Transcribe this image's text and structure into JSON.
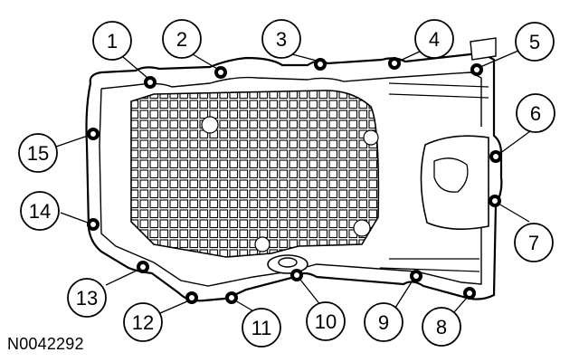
{
  "figure_id": "N0042292",
  "callouts": [
    {
      "label": "1"
    },
    {
      "label": "2"
    },
    {
      "label": "3"
    },
    {
      "label": "4"
    },
    {
      "label": "5"
    },
    {
      "label": "6"
    },
    {
      "label": "7"
    },
    {
      "label": "8"
    },
    {
      "label": "9"
    },
    {
      "label": "10"
    },
    {
      "label": "11"
    },
    {
      "label": "12"
    },
    {
      "label": "13"
    },
    {
      "label": "14"
    },
    {
      "label": "15"
    }
  ]
}
